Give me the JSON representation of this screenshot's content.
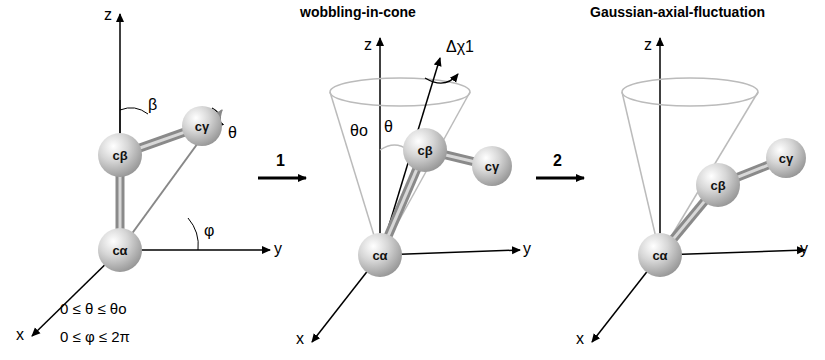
{
  "diagram": {
    "nodes": [
      {
        "text": [
          "cβ"
        ]
      },
      {
        "text": [
          "cγ"
        ]
      },
      {
        "text": [
          "cα"
        ]
      },
      {
        "text": [
          "cβ"
        ]
      },
      {
        "text": [
          "cγ"
        ]
      },
      {
        "text": [
          "cα"
        ]
      },
      {
        "text": [
          "cβ"
        ]
      },
      {
        "text": [
          "cγ"
        ]
      },
      {
        "text": [
          "cα"
        ]
      }
    ],
    "edges": [
      {
        "from": 2,
        "to": 0,
        "arrow": "none"
      },
      {
        "from": 0,
        "to": 1,
        "arrow": "none"
      },
      {
        "from": 5,
        "to": 3,
        "arrow": "none"
      },
      {
        "from": 3,
        "to": 4,
        "arrow": "none"
      },
      {
        "from": 8,
        "to": 6,
        "arrow": "none"
      },
      {
        "from": 6,
        "to": 7,
        "arrow": "none"
      }
    ],
    "labels": [
      "wobbling-in-cone",
      "Gaussian-axial-fluctuation",
      "z",
      "y",
      "x",
      "β",
      "θ",
      "φ",
      "0 ≤ θ ≤ θo",
      "0 ≤ φ ≤ 2π",
      "1",
      "z",
      "y",
      "x",
      "θo",
      "θ",
      "Δχ1",
      "2",
      "z",
      "y",
      "x"
    ]
  }
}
